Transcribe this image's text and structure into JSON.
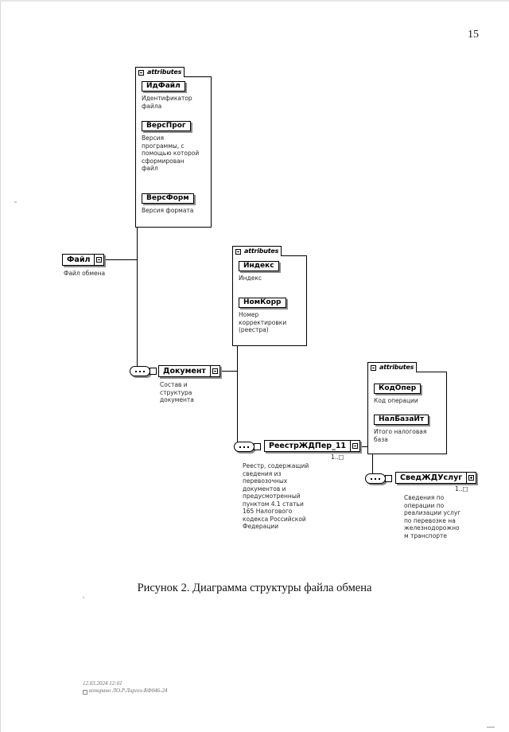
{
  "page": {
    "number": "15",
    "caption": "Рисунок 2. Диаграмма структуры файла обмена",
    "footer_line1": "12.03.2024 12:01",
    "footer_line2": "копирано ЛО.Р.Лиргел-КФ046-24"
  },
  "diagram": {
    "attributes_tab_label": "attributes",
    "cardinality_many": "1..□",
    "groups": [
      {
        "id": "file-attributes",
        "tab_label": "attributes",
        "attributes": [
          {
            "name": "ИдФайл",
            "description": "Идентификатор\nфайла"
          },
          {
            "name": "ВерсПрог",
            "description": "Версия\nпрограммы, с\nпомощью которой\nсформирован\nфайл"
          },
          {
            "name": "ВерсФорм",
            "description": "Версия формата"
          }
        ]
      },
      {
        "id": "document-attributes",
        "tab_label": "attributes",
        "attributes": [
          {
            "name": "Индекс",
            "description": "Индекс"
          },
          {
            "name": "НомКорр",
            "description": "Номер\nкорректировки\n(реестра)"
          }
        ]
      },
      {
        "id": "reestr-attributes",
        "tab_label": "attributes",
        "attributes": [
          {
            "name": "КодОпер",
            "description": "Код операции"
          },
          {
            "name": "НалБазаИт",
            "description": "Итого налоговая\nбаза"
          }
        ]
      }
    ],
    "nodes": [
      {
        "id": "fail",
        "label": "Файл",
        "description": "Файл обмена",
        "expander": "minus",
        "cardinality": ""
      },
      {
        "id": "dokument",
        "label": "Документ",
        "description": "Состав и\nструктура\nдокумента",
        "expander": "minus",
        "cardinality": ""
      },
      {
        "id": "reestr",
        "label": "РеестрЖДПер_11",
        "description": "Реестр, содержащий\nсведения из\nперевозочных\nдокументов и\nпредусмотренный\nпунктом 4.1 статьи\n165 Налогового\nкодекса Российской\nФедерации",
        "expander": "minus",
        "cardinality": "1..□"
      },
      {
        "id": "sved",
        "label": "СведЖДУслуг",
        "description": "Сведения по\nоперации по\nреализации услуг\nпо перевозке на\nжелезнодорожно\nм транспорте",
        "expander": "plus",
        "cardinality": "1..□"
      }
    ]
  }
}
